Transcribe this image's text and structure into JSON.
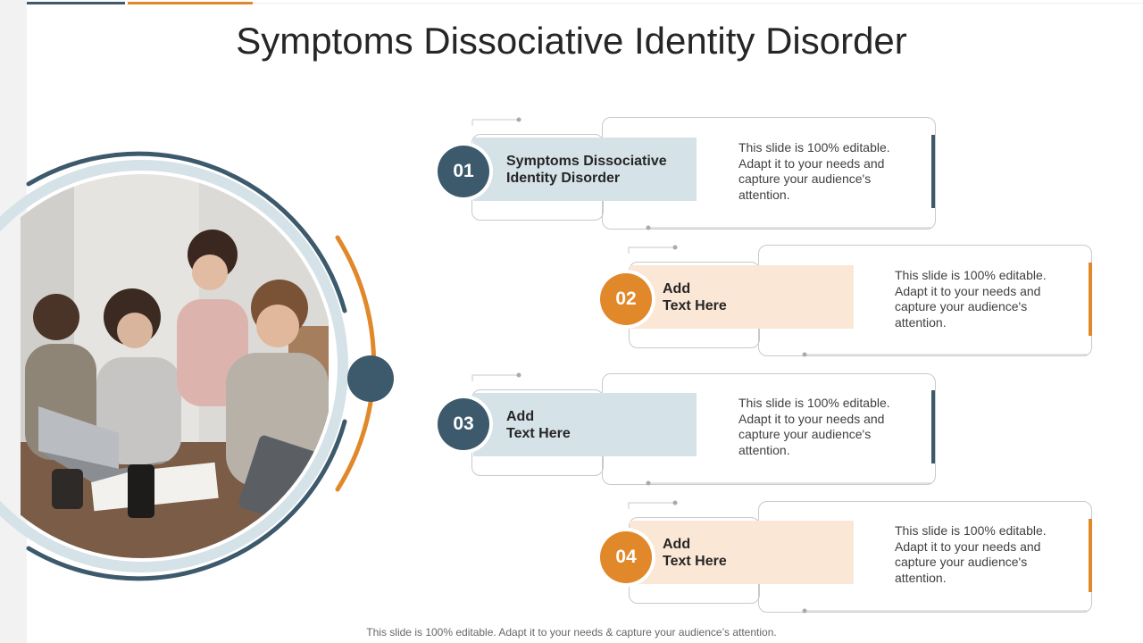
{
  "title": "Symptoms Dissociative Identity Disorder",
  "footer": "This slide is 100% editable. Adapt it to your needs & capture your audience’s attention.",
  "colors": {
    "blue": "#3d5a6c",
    "orange": "#e0882a",
    "light_blue": "#d5e2e8",
    "light_orange": "#fbe7d5"
  },
  "items": [
    {
      "number": "01",
      "label_line1": "Symptoms Dissociative",
      "label_line2": "Identity Disorder",
      "description": "This slide is 100% editable. Adapt it to your needs and capture your audience's attention."
    },
    {
      "number": "02",
      "label_line1": "Add",
      "label_line2": "Text Here",
      "description": "This slide is 100% editable. Adapt it to your needs and capture your audience's attention."
    },
    {
      "number": "03",
      "label_line1": "Add",
      "label_line2": "Text Here",
      "description": "This slide is 100% editable. Adapt it to your needs and capture your audience's attention."
    },
    {
      "number": "04",
      "label_line1": "Add",
      "label_line2": "Text Here",
      "description": "This slide is 100% editable. Adapt it to your needs and capture your audience's attention."
    }
  ]
}
